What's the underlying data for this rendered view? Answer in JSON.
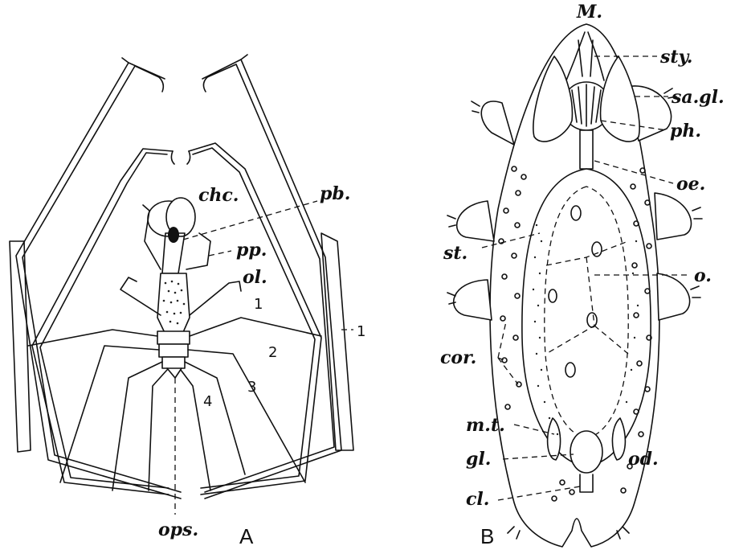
{
  "figure_a": {
    "panel_label": "A",
    "labels": {
      "chc": "chc.",
      "pb": "pb.",
      "pp": "pp.",
      "ol": "ol.",
      "ops": "ops.",
      "leg1_inner": "1",
      "leg1_outer": "1",
      "leg2": "2",
      "leg3": "3",
      "leg4": "4"
    }
  },
  "figure_b": {
    "panel_label": "B",
    "labels": {
      "M": "M.",
      "sty": "sty.",
      "sagl": "sa.gl.",
      "ph": "ph.",
      "oe": "oe.",
      "st": "st.",
      "o": "o.",
      "cor": "cor.",
      "mt": "m.t.",
      "gl": "gl.",
      "od": "od.",
      "cl": "cl."
    }
  }
}
